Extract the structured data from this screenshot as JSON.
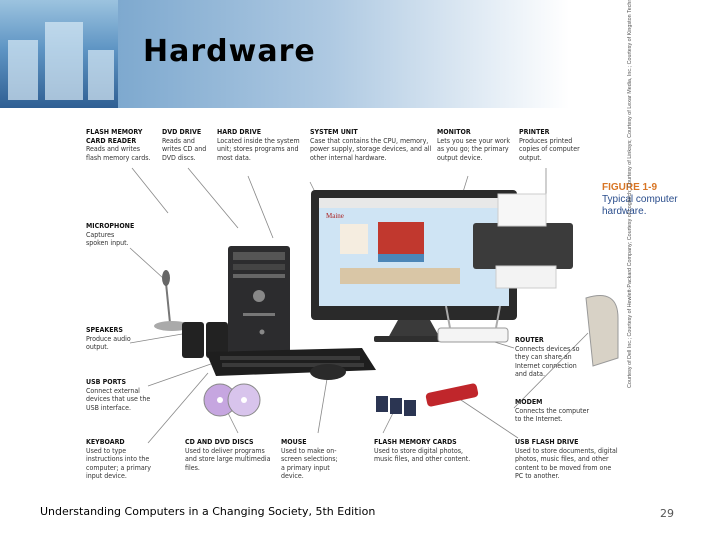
{
  "slide": {
    "title": "Hardware",
    "footer": "Understanding Computers in a Changing Society, 5th Edition",
    "page_number": "29"
  },
  "figure": {
    "caption_number": "FIGURE 1-9",
    "caption_text": "Typical computer hardware.",
    "credit": "Courtesy of Dell Inc.; Courtesy of Hewlett-Packard Company; Courtesy of Logitech; Courtesy of Linksys; Courtesy of Lexar Media, Inc.; Courtesy of Kingston Technology Company",
    "labels": [
      {
        "id": "flash-reader",
        "title": "FLASH MEMORY CARD READER",
        "text": "Reads and writes flash memory cards."
      },
      {
        "id": "dvd-drive",
        "title": "DVD DRIVE",
        "text": "Reads and writes CD and DVD discs."
      },
      {
        "id": "hard-drive",
        "title": "HARD DRIVE",
        "text": "Located inside the system unit; stores programs and most data."
      },
      {
        "id": "system-unit",
        "title": "SYSTEM UNIT",
        "text": "Case that contains the CPU, memory, power supply, storage devices, and all other internal hardware."
      },
      {
        "id": "monitor",
        "title": "MONITOR",
        "text": "Lets you see your work as you go; the primary output device."
      },
      {
        "id": "printer",
        "title": "PRINTER",
        "text": "Produces printed copies of computer output."
      },
      {
        "id": "microphone",
        "title": "MICROPHONE",
        "text": "Captures spoken input."
      },
      {
        "id": "speakers",
        "title": "SPEAKERS",
        "text": "Produce audio output."
      },
      {
        "id": "usb-ports",
        "title": "USB PORTS",
        "text": "Connect external devices that use the USB interface."
      },
      {
        "id": "keyboard",
        "title": "KEYBOARD",
        "text": "Used to type instructions into the computer; a primary input device."
      },
      {
        "id": "cd-dvd",
        "title": "CD AND DVD DISCS",
        "text": "Used to deliver programs and store large multimedia files."
      },
      {
        "id": "mouse",
        "title": "MOUSE",
        "text": "Used to make on-screen selections; a primary input device."
      },
      {
        "id": "flash-cards",
        "title": "FLASH MEMORY CARDS",
        "text": "Used to store digital photos, music files, and other content."
      },
      {
        "id": "usb-flash",
        "title": "USB FLASH DRIVE",
        "text": "Used to store documents, digital photos, music files, and other content to be moved from one PC to another."
      },
      {
        "id": "router",
        "title": "ROUTER",
        "text": "Connects devices so they can share an Internet connection and data."
      },
      {
        "id": "modem",
        "title": "MODEM",
        "text": "Connects the computer to the Internet."
      }
    ],
    "screen": {
      "banner": "Maine"
    }
  }
}
